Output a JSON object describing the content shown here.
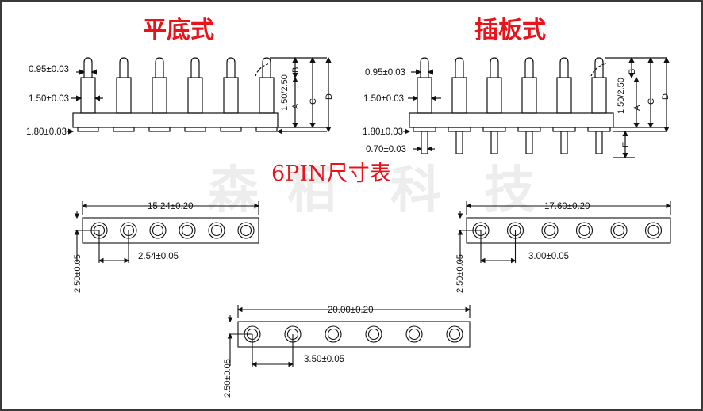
{
  "titles": {
    "flat": "平底式",
    "plug": "插板式",
    "center": "6PIN尺寸表"
  },
  "watermark": [
    "森",
    "栢",
    "科",
    "技"
  ],
  "flat_view": {
    "tip_dia": "0.95±0.03",
    "body_dia": "1.50±0.03",
    "base_dia": "1.80±0.03",
    "collar": "1.50/2.50",
    "letters": [
      "B",
      "A",
      "C",
      "D"
    ]
  },
  "plug_view": {
    "tip_dia": "0.95±0.03",
    "body_dia": "1.50±0.03",
    "base_dia": "1.80±0.03",
    "tail_dia": "0.70±0.03",
    "collar": "1.50/2.50",
    "letters": [
      "B",
      "A",
      "C",
      "D",
      "E"
    ]
  },
  "strips": [
    {
      "length": "15.24±0.20",
      "pitch": "2.54±0.05",
      "width": "2.50±0.05"
    },
    {
      "length": "17.60±0.20",
      "pitch": "3.00±0.05",
      "width": "2.50±0.05"
    },
    {
      "length": "20.00±0.20",
      "pitch": "3.50±0.05",
      "width": "2.50±0.05"
    }
  ],
  "colors": {
    "title": "#e8141b",
    "line": "#111111",
    "watermark": "#ededed"
  }
}
